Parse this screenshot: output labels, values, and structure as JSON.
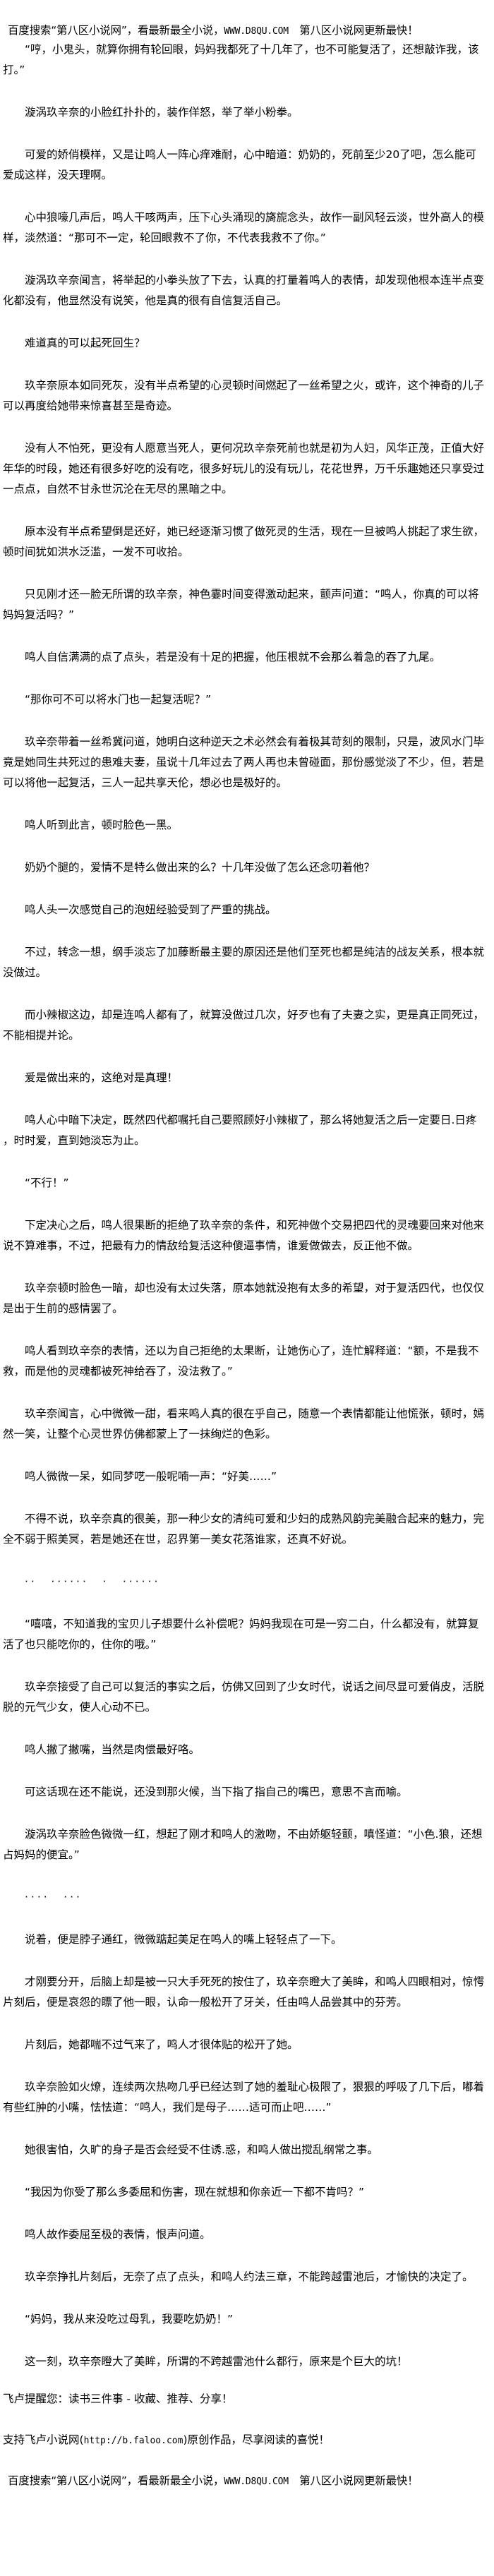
{
  "banner": {
    "prefix": "百度搜索“第八区小说网”，看最新最全小说，",
    "url": "WWW.D8QU.COM",
    "suffix": "　第八区小说网更新最快！"
  },
  "paragraphs": [
    "“哼，小鬼头，就算你拥有轮回眼，妈妈我都死了十几年了，也不可能复活了，还想敲诈我，该打。”",
    "漩涡玖辛奈的小脸红扑扑的，装作佯怒，举了举小粉拳。",
    "可爱的娇俏模样，又是让鸣人一阵心痒难耐，心中暗道：奶奶的，死前至少20了吧，怎么能可爱成这样，没天理啊。",
    "心中狼嚎几声后，鸣人干咳两声，压下心头涌现的旖旎念头，故作一副风轻云淡，世外高人的模样，淡然道：“那可不一定，轮回眼救不了你，不代表我救不了你。”",
    "漩涡玖辛奈闻言，将举起的小拳头放了下去，认真的打量着鸣人的表情，却发现他根本连半点变化都没有，他显然没有说笑，他是真的很有自信复活自己。",
    "难道真的可以起死回生？",
    "玖辛奈原本如同死灰，没有半点希望的心灵顿时间燃起了一丝希望之火，或许，这个神奇的儿子可以再度给她带来惊喜甚至是奇迹。",
    "没有人不怕死，更没有人愿意当死人，更何况玖辛奈死前也就是初为人妇，风华正茂，正值大好年华的时段，她还有很多好吃的没有吃，很多好玩儿的没有玩儿，花花世界，万千乐趣她还只享受过一点点，自然不甘永世沉沦在无尽的黑暗之中。",
    "原本没有半点希望倒是还好，她已经逐渐习惯了做死灵的生活，现在一旦被鸣人挑起了求生欲，顿时间犹如洪水泛滥，一发不可收拾。",
    "只见刚才还一脸无所谓的玖辛奈，神色霎时间变得激动起来，颤声问道：“鸣人，你真的可以将妈妈复活吗？”",
    "鸣人自信满满的点了点头，若是没有十足的把握，他压根就不会那么着急的吞了九尾。",
    "“那你可不可以将水门也一起复活呢？”",
    "玖辛奈带着一丝希冀问道，她明白这种逆天之术必然会有着极其苛刻的限制，只是，波风水门毕竟是她同生共死过的患难夫妻，虽说十几年过去了两人再也未曾碰面，那份感觉淡了不少，但，若是可以将他一起复活，三人一起共享天伦，想必也是极好的。",
    "鸣人听到此言，顿时脸色一黑。",
    "奶奶个腿的，爱情不是特么做出来的么？十几年没做了怎么还念叨着他？",
    "鸣人头一次感觉自己的泡妞经验受到了严重的挑战。",
    "不过，转念一想，纲手淡忘了加藤断最主要的原因还是他们至死也都是纯洁的战友关系，根本就没做过。",
    "而小辣椒这边，却是连鸣人都有了，就算没做过几次，好歹也有了夫妻之实，更是真正同死过，不能相提并论。",
    "爱是做出来的，这绝对是真理！",
    "鸣人心中暗下决定，既然四代都嘱托自己要照顾好小辣椒了，那么将她复活之后一定要日.日疼，时时爱，直到她淡忘为止。",
    "“不行！”",
    "下定决心之后，鸣人很果断的拒绝了玖辛奈的条件，和死神做个交易把四代的灵魂要回来对他来说不算难事，不过，把最有力的情敌给复活这种傻逼事情，谁爱做做去，反正他不做。",
    "玖辛奈顿时脸色一暗，却也没有太过失落，原本她就没抱有太多的希望，对于复活四代，也仅仅是出于生前的感情罢了。",
    "鸣人看到玖辛奈的表情，还以为自己拒绝的太果断，让她伤心了，连忙解释道：“额，不是我不救，而是他的灵魂都被死神给吞了，没法救了。”",
    "玖辛奈闻言，心中微微一甜，看来鸣人真的很在乎自己，随意一个表情都能让他慌张，顿时，嫣然一笑，让整个心灵世界仿佛都蒙上了一抹绚烂的色彩。",
    "鸣人微微一呆，如同梦呓一般呢喃一声：“好美……”",
    "不得不说，玖辛奈真的很美，那一种少女的清纯可爱和少妇的成熟风韵完美融合起来的魅力，完全不弱于照美冥，若是她还在世，忍界第一美女花落谁家，还真不好说。",
    "··　······　·　······",
    "“嘻嘻，不知道我的宝贝儿子想要什么补偿呢？妈妈我现在可是一穷二白，什么都没有，就算复活了也只能吃你的，住你的哦。”",
    "玖辛奈接受了自己可以复活的事实之后，仿佛又回到了少女时代，说话之间尽显可爱俏皮，活脱脱的元气少女，使人心动不已。",
    "鸣人撇了撇嘴，当然是肉偿最好咯。",
    "可这话现在还不能说，还没到那火候，当下指了指自己的嘴巴，意思不言而喻。",
    "漩涡玖辛奈脸色微微一红，想起了刚才和鸣人的激吻，不由娇躯轻颤，嗔怪道：“小色.狼，还想占妈妈的便宜。”",
    "····　···",
    "说着，便是脖子通红，微微踮起美足在鸣人的嘴上轻轻点了一下。",
    "才刚要分开，后脑上却是被一只大手死死的按住了，玖辛奈瞪大了美眸，和鸣人四眼相对，惊愕片刻后，便是哀怨的瞟了他一眼，认命一般松开了牙关，任由鸣人品尝其中的芬芳。",
    "片刻后，她都喘不过气来了，鸣人才很体贴的松开了她。",
    "玖辛奈脸如火燎，连续两次热吻几乎已经达到了她的羞耻心极限了，狠狠的呼吸了几下后，嘟着有些红肿的小嘴，怯怯道：“鸣人，我们是母子……适可而止吧……”",
    "她很害怕，久旷的身子是否会经受不住诱.惑，和鸣人做出搅乱纲常之事。",
    "“我因为你受了那么多委屈和伤害，现在就想和你亲近一下都不肯吗？”",
    "鸣人故作委屈至极的表情，恨声问道。",
    "玖辛奈挣扎片刻后，无奈了点了点头，和鸣人约法三章，不能跨越雷池后，才愉快的决定了。",
    "“妈妈，我从来没吃过母乳，我要吃奶奶！”",
    "这一刻，玖辛奈瞪大了美眸，所谓的不跨越雷池什么都行，原来是个巨大的坑！"
  ],
  "footer": {
    "reminder": "飞卢提醒您：读书三件事 - 收藏、推荐、分享！",
    "support_prefix": "支持飞卢小说网(",
    "support_url": "http://b.faloo.com",
    "support_suffix": ")原创作品，尽享阅读的喜悦！"
  }
}
